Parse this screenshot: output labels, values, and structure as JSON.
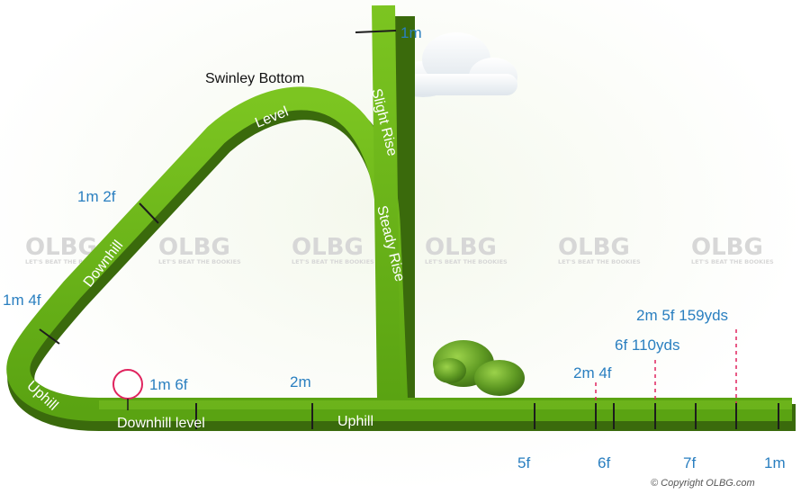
{
  "course": {
    "landmark": "Swinley Bottom",
    "distance_markers": {
      "m1_top": "1m",
      "m1f2": "1m 2f",
      "m1f4": "1m 4f",
      "m1f6": "1m 6f",
      "m2": "2m",
      "m2f4": "2m 4f",
      "f6y110": "6f 110yds",
      "m2f5y159": "2m 5f 159yds",
      "f5": "5f",
      "f6": "6f",
      "f7": "7f",
      "m1_bottom": "1m"
    },
    "gradients": {
      "level": "Level",
      "slight_rise": "Slight Rise",
      "steady_rise": "Steady Rise",
      "downhill": "Downhill",
      "uphill_left": "Uphill",
      "downhill_level": "Downhill level",
      "uphill_bottom": "Uphill"
    }
  },
  "watermark": {
    "brand": "OLBG",
    "tagline": "LET'S BEAT THE BOOKIES"
  },
  "copyright": "© Copyright OLBG.com"
}
